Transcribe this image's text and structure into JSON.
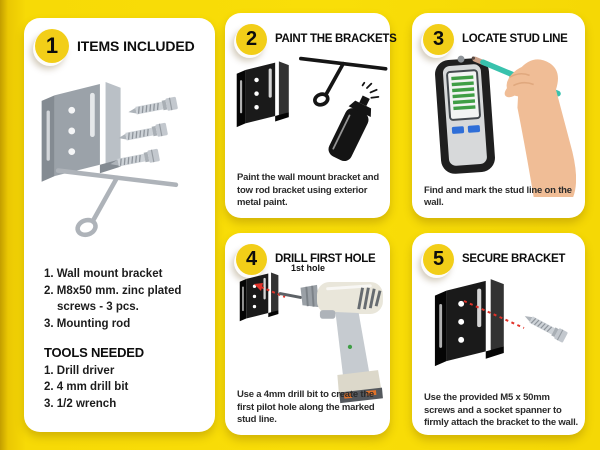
{
  "colors": {
    "background": "#F8DC05",
    "badge": "#F2CE18",
    "panel": "#FFFFFF",
    "accent_red": "#E2332A",
    "pencil_teal": "#38C2AD",
    "display_green": "#3F9E45",
    "button_blue": "#2F6FD8"
  },
  "panels": {
    "items_included": {
      "number": "1",
      "title": "ITEMS INCLUDED",
      "items": [
        "1. Wall mount bracket",
        "2. M8x50 mm. zinc plated screws - 3 pcs.",
        "3. Mounting rod"
      ],
      "tools_heading": "TOOLS NEEDED",
      "tools": [
        "1. Drill driver",
        "2. 4 mm drill bit",
        "3. 1/2 wrench"
      ]
    },
    "paint_brackets": {
      "number": "2",
      "title": "PAINT THE BRACKETS",
      "description": "Paint the wall mount bracket and tow rod bracket using exterior metal paint."
    },
    "locate_stud_line": {
      "number": "3",
      "title": "LOCATE STUD LINE",
      "description": "Find and mark the stud line on the wall."
    },
    "drill_first_hole": {
      "number": "4",
      "title": "DRILL FIRST HOLE",
      "annotation": "1st hole",
      "description": "Use a 4mm drill bit to create the first pilot hole along the marked stud line."
    },
    "secure_bracket": {
      "number": "5",
      "title": "SECURE BRACKET",
      "description": "Use the provided M5 x 50mm screws and a socket spanner to firmly attach the bracket to the wall."
    }
  }
}
